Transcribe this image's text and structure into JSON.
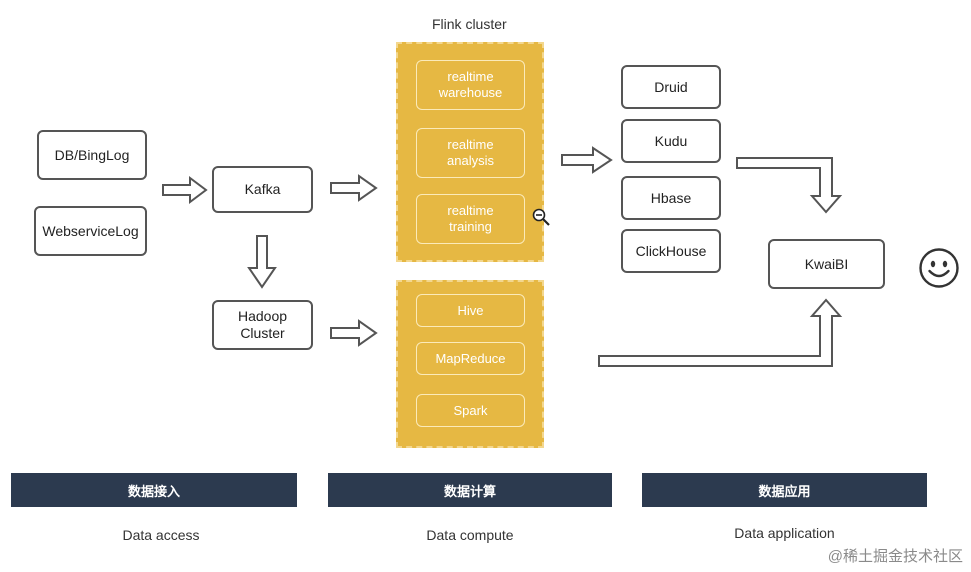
{
  "sources": {
    "db_binglog": "DB/BingLog",
    "webservice_log": "WebserviceLog"
  },
  "ingest": {
    "kafka": "Kafka",
    "hadoop_cluster": "Hadoop\nCluster"
  },
  "flink": {
    "title": "Flink cluster",
    "realtime_warehouse": "realtime\nwarehouse",
    "realtime_analysis": "realtime\nanalysis",
    "realtime_training": "realtime\ntraining"
  },
  "batch": {
    "hive": "Hive",
    "mapreduce": "MapReduce",
    "spark": "Spark"
  },
  "storage": {
    "druid": "Druid",
    "kudu": "Kudu",
    "hbase": "Hbase",
    "clickhouse": "ClickHouse"
  },
  "application": {
    "kwaibi": "KwaiBI"
  },
  "stages": {
    "access_bar": "数据接入",
    "compute_bar": "数据计算",
    "application_bar": "数据应用",
    "access_caption": "Data access",
    "compute_caption": "Data compute",
    "application_caption": "Data application"
  },
  "watermark": "@稀土掘金技术社区",
  "colors": {
    "cluster_fill": "#e6b843",
    "stage_bar": "#2c3a4f",
    "node_border": "#555555"
  },
  "icons": {
    "zoom": "zoom-out-icon",
    "user": "smiley-face-icon"
  }
}
